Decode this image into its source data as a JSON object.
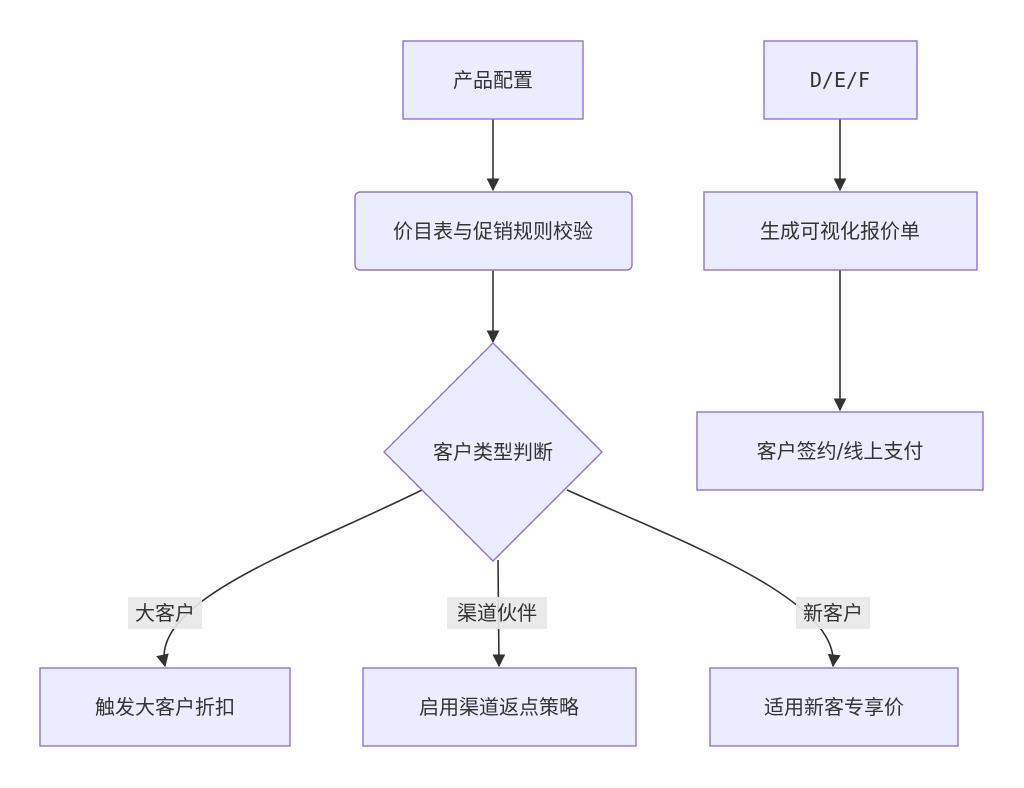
{
  "nodes": {
    "product_config": "产品配置",
    "price_check": "价目表与促销规则校验",
    "customer_type": "客户类型判断",
    "big_discount": "触发大客户折扣",
    "channel_rebate": "启用渠道返点策略",
    "new_price": "适用新客专享价",
    "def": "D/E/F",
    "quote": "生成可视化报价单",
    "sign_pay": "客户签约/线上支付"
  },
  "edge_labels": {
    "big_customer": "大客户",
    "channel_partner": "渠道伙伴",
    "new_customer": "新客户"
  },
  "colors": {
    "node_fill": "#ececff",
    "node_stroke": "#9370db",
    "edge": "#333333",
    "label_bg": "#e8e8e8"
  }
}
